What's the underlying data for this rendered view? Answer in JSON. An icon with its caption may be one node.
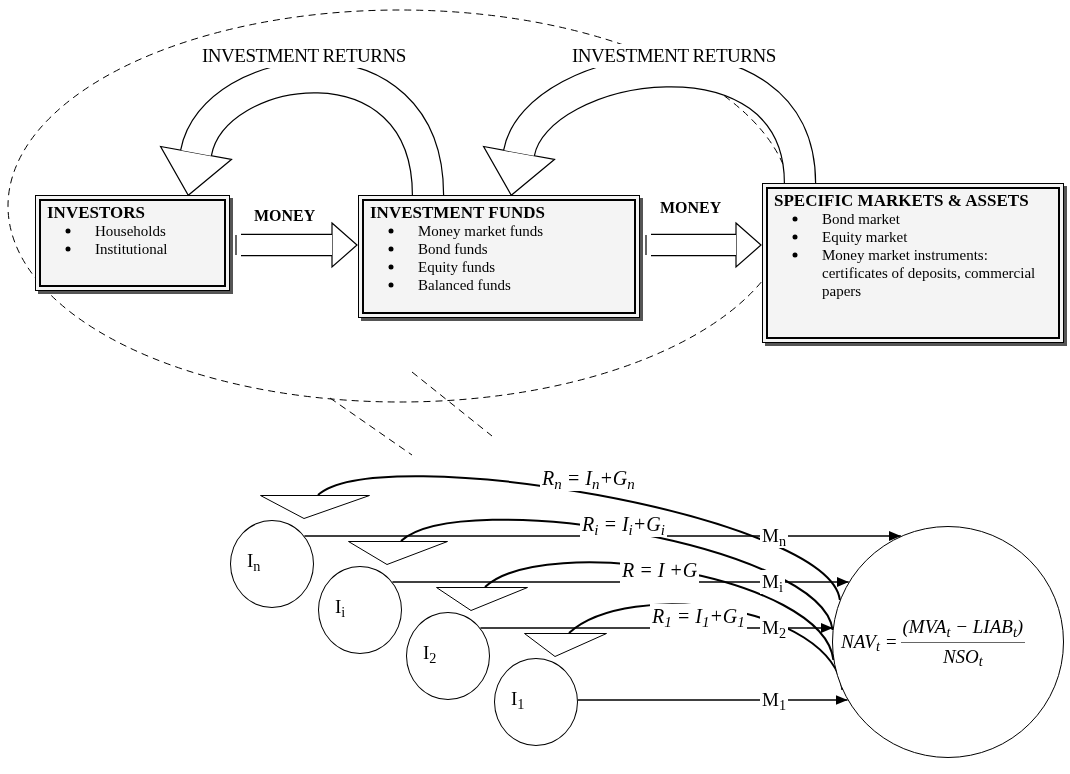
{
  "diagram": {
    "nodes": [
      {
        "text": [
          "INVESTORS",
          "Households",
          "Institutional"
        ]
      },
      {
        "text": [
          "INVESTMENT FUNDS",
          "Money market funds",
          "Bond funds",
          "Equity funds",
          "Balanced funds"
        ]
      },
      {
        "text": [
          "SPECIFIC MARKETS & ASSETS",
          "Bond market",
          "Equity market",
          "Money market instruments: certificates of deposits, commercial papers"
        ]
      },
      {
        "text": [
          "I$_{n}$"
        ]
      },
      {
        "text": [],
        "shape": "triangle"
      },
      {
        "text": [
          "I$_{i}$"
        ]
      },
      {
        "text": [],
        "shape": "triangle"
      },
      {
        "text": [
          "I$_{2}$"
        ]
      },
      {
        "text": [],
        "shape": "triangle"
      },
      {
        "text": [
          "I$_{1}$"
        ]
      },
      {
        "text": [],
        "shape": "triangle"
      },
      {
        "text": [
          "NAV$_{t}$ =",
          "(MVA$_{t}$ − LIAB$_{t}$)",
          "NSO$_{t}$"
        ]
      }
    ],
    "edges": [
      {
        "from": 0,
        "to": 1,
        "arrow": "to",
        "label": "MONEY",
        "style": "thick"
      },
      {
        "from": 1,
        "to": 2,
        "arrow": "to",
        "label": "MONEY",
        "style": "thick"
      },
      {
        "from": 1,
        "to": 0,
        "arrow": "to",
        "label": "INVESTMENT RETURNS",
        "style": "thick"
      },
      {
        "from": 2,
        "to": 1,
        "arrow": "to",
        "label": "INVESTMENT RETURNS",
        "style": "thick"
      },
      {
        "from": 4,
        "to": 11,
        "arrow": "none",
        "label": "R$_{n}$ = I$_{n}$+G$_{n}$"
      },
      {
        "from": 6,
        "to": 11,
        "arrow": "none",
        "label": "R$_{i}$ = I$_{i}$+G$_{i}$"
      },
      {
        "from": 8,
        "to": 11,
        "arrow": "none",
        "label": "R = I +G"
      },
      {
        "from": 10,
        "to": 11,
        "arrow": "none",
        "label": "R$_{1}$ = I$_{1}$+G$_{1}$"
      },
      {
        "from": 3,
        "to": 11,
        "arrow": "to",
        "label": "M$_{n}$"
      },
      {
        "from": 5,
        "to": 11,
        "arrow": "to",
        "label": "M$_{i}$"
      },
      {
        "from": 7,
        "to": 11,
        "arrow": "to",
        "label": "M$_{2}$"
      },
      {
        "from": 9,
        "to": 11,
        "arrow": "to",
        "label": "M$_{1}$"
      }
    ]
  }
}
